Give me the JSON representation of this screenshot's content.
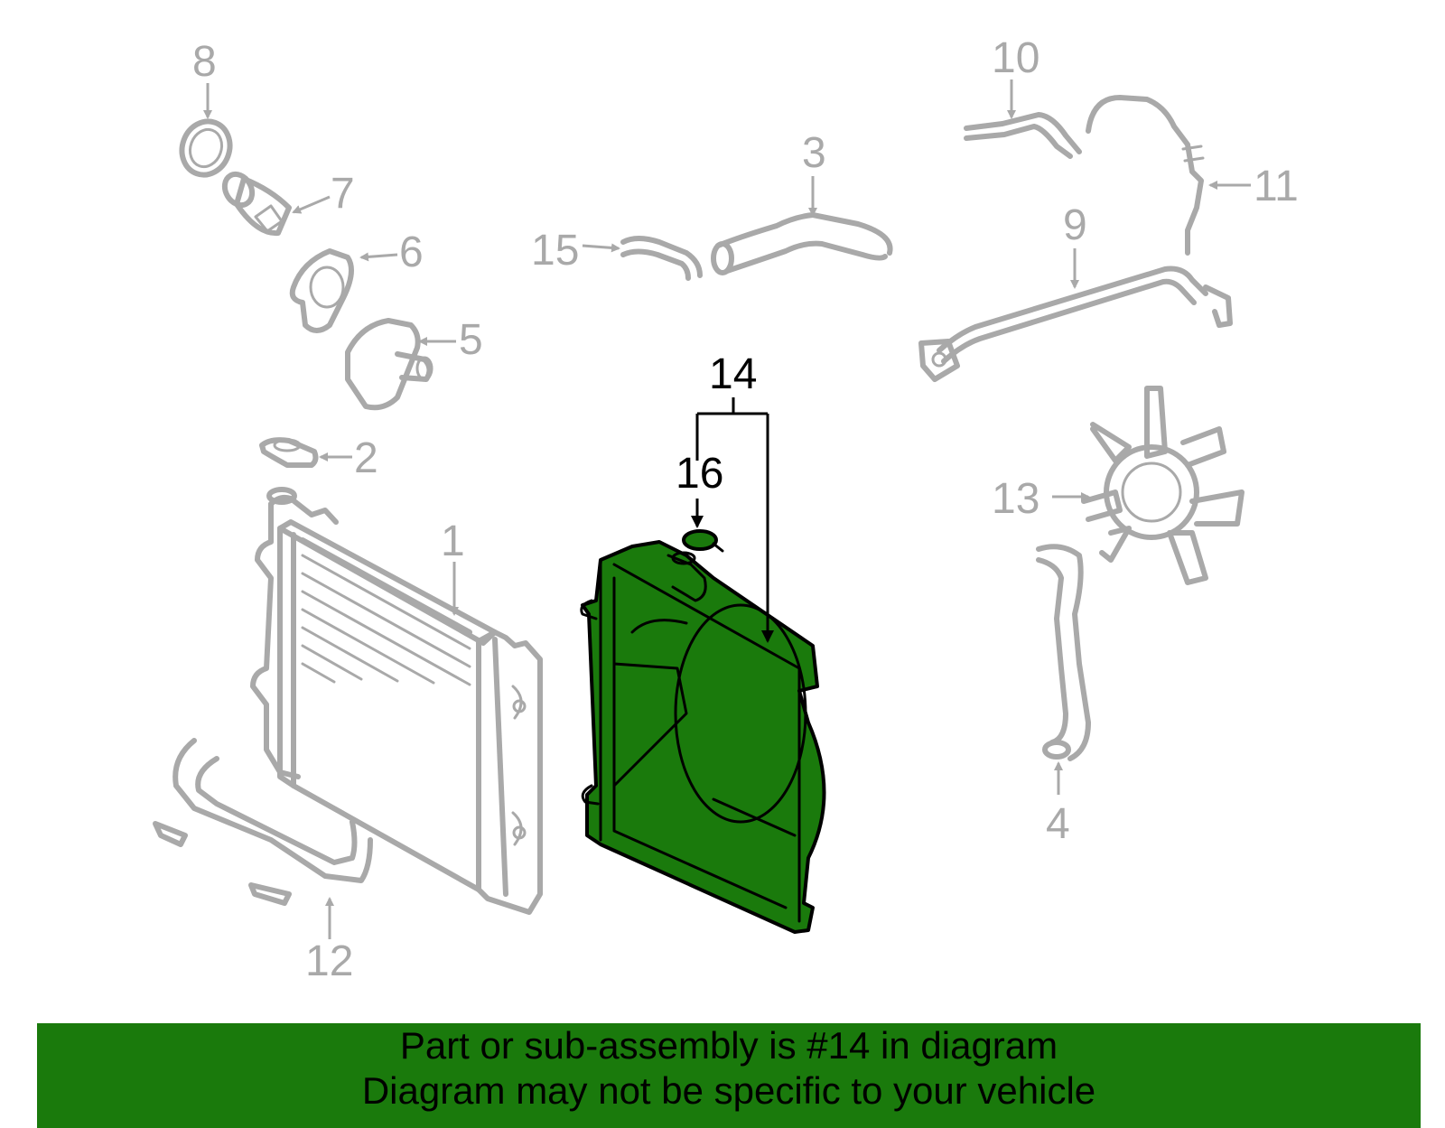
{
  "callouts": {
    "c1": "1",
    "c2": "2",
    "c3": "3",
    "c4": "4",
    "c5": "5",
    "c6": "6",
    "c7": "7",
    "c8": "8",
    "c9": "9",
    "c10": "10",
    "c11": "11",
    "c12": "12",
    "c13": "13",
    "c14": "14",
    "c15": "15",
    "c16": "16"
  },
  "highlighted_part": "14",
  "colors": {
    "highlight": "#1a7a0c",
    "banner": "#1a7a0c",
    "parts": "#a9a9a9",
    "text": "#000000"
  },
  "banner": {
    "line1": "Part or sub-assembly is #14 in diagram",
    "line2": "Diagram may not be specific to your vehicle"
  }
}
